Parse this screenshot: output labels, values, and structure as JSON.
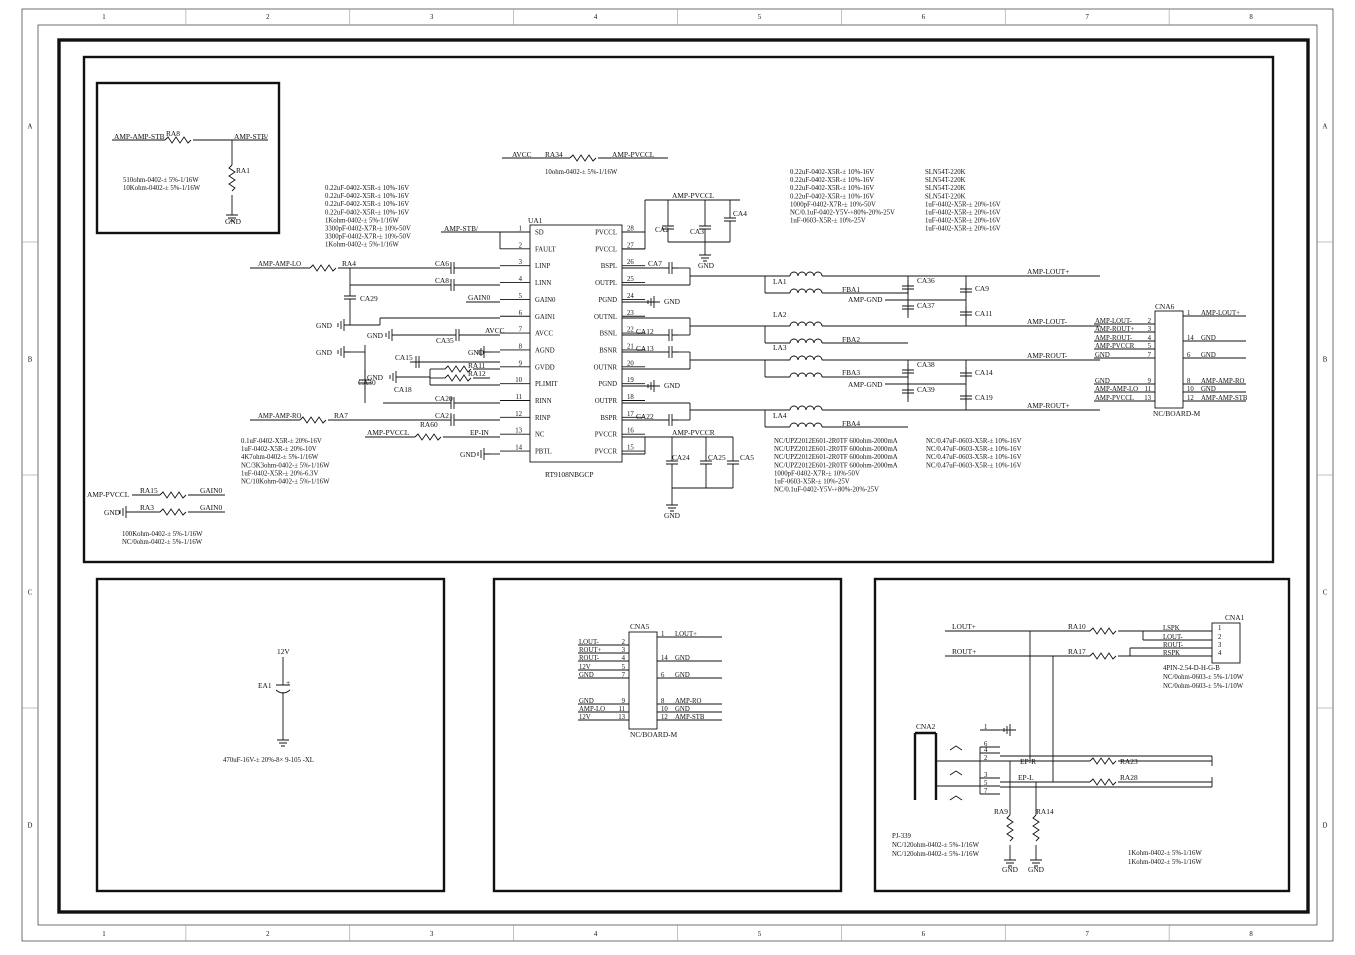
{
  "grid": {
    "cols": [
      "1",
      "2",
      "3",
      "4",
      "5",
      "6",
      "7",
      "8"
    ],
    "rows": [
      "A",
      "B",
      "C",
      "D"
    ]
  },
  "standby": {
    "net_in": "AMP-AMP-STB",
    "ref": "RA8",
    "net_out": "AMP-STB/",
    "ref2": "RA1",
    "gnd": "GND",
    "note1": "510ohm-0402-± 5%-1/16W",
    "note2": "10Kohm-0402-± 5%-1/16W"
  },
  "ra34": {
    "left": "AVCC",
    "ref": "RA34",
    "right": "AMP-PVCCL",
    "note": "10ohm-0402-± 5%-1/16W"
  },
  "caps_left_notes": [
    "0.22uF-0402-X5R-± 10%-16V",
    "0.22uF-0402-X5R-± 10%-16V",
    "0.22uF-0402-X5R-± 10%-16V",
    "0.22uF-0402-X5R-± 10%-16V",
    "1Kohm-0402-± 5%-1/16W",
    "3300pF-0402-X7R-± 10%-50V",
    "3300pF-0402-X7R-± 10%-50V",
    "1Kohm-0402-± 5%-1/16W"
  ],
  "caps_top_notes": [
    "0.22uF-0402-X5R-± 10%-16V",
    "0.22uF-0402-X5R-± 10%-16V",
    "0.22uF-0402-X5R-± 10%-16V",
    "0.22uF-0402-X5R-± 10%-16V",
    "1000pF-0402-X7R-± 10%-50V",
    "NC/0.1uF-0402-Y5V-+80%-20%-25V",
    "1uF-0603-X5R-± 10%-25V"
  ],
  "caps_top_notes2": [
    "SLN54T-220K",
    "SLN54T-220K",
    "SLN54T-220K",
    "SLN54T-220K",
    "1uF-0402-X5R-± 20%-16V",
    "1uF-0402-X5R-± 20%-16V",
    "1uF-0402-X5R-± 20%-16V",
    "1uF-0402-X5R-± 20%-16V"
  ],
  "bottom_left_notes": [
    "0.1uF-0402-X5R-± 20%-16V",
    "1uF-0402-X5R-± 20%-10V",
    "4K7ohm-0402-± 5%-1/16W",
    "NC/3K3ohm-0402-± 5%-1/16W",
    "1uF-0402-X5R-± 20%-6.3V",
    "NC/10Kohm-0402-± 5%-1/16W"
  ],
  "bottom_mid_notes": [
    "NC/UPZ2012E601-2R0TF   600ohm-2000mA",
    "NC/UPZ2012E601-2R0TF   600ohm-2000mA",
    "NC/UPZ2012E601-2R0TF   600ohm-2000mA",
    "NC/UPZ2012E601-2R0TF   600ohm-2000mA",
    "1000pF-0402-X7R-± 10%-50V",
    "1uF-0603-X5R-± 10%-25V",
    "NC/0.1uF-0402-Y5V-+80%-20%-25V"
  ],
  "bottom_right_notes": [
    "NC/0.47uF-0603-X5R-± 10%-16V",
    "NC/0.47uF-0603-X5R-± 10%-16V",
    "NC/0.47uF-0603-X5R-± 10%-16V",
    "NC/0.47uF-0603-X5R-± 10%-16V"
  ],
  "gain": {
    "r1": "RA15",
    "r1_left": "AMP-PVCCL",
    "r1_right": "GAIN0",
    "r2": "RA3",
    "r2_left": "GND",
    "r2_right": "GAIN0",
    "note1": "100Kohm-0402-± 5%-1/16W",
    "note2": "NC/0ohm-0402-± 5%-1/16W"
  },
  "ic": {
    "ref": "UA1",
    "part": "RT9108NBGCP",
    "left_pins": [
      {
        "num": "1",
        "name": "SD"
      },
      {
        "num": "2",
        "name": "FAULT"
      },
      {
        "num": "3",
        "name": "LINP"
      },
      {
        "num": "4",
        "name": "LINN"
      },
      {
        "num": "5",
        "name": "GAIN0"
      },
      {
        "num": "6",
        "name": "GAIN1"
      },
      {
        "num": "7",
        "name": "AVCC"
      },
      {
        "num": "8",
        "name": "AGND"
      },
      {
        "num": "9",
        "name": "GVDD"
      },
      {
        "num": "10",
        "name": "PLIMIT"
      },
      {
        "num": "11",
        "name": "RINN"
      },
      {
        "num": "12",
        "name": "RINP"
      },
      {
        "num": "13",
        "name": "NC"
      },
      {
        "num": "14",
        "name": "PBTL"
      }
    ],
    "right_pins": [
      {
        "num": "28",
        "name": "PVCCL"
      },
      {
        "num": "27",
        "name": "PVCCL"
      },
      {
        "num": "26",
        "name": "BSPL"
      },
      {
        "num": "25",
        "name": "OUTPL"
      },
      {
        "num": "24",
        "name": "PGND"
      },
      {
        "num": "23",
        "name": "OUTNL"
      },
      {
        "num": "22",
        "name": "BSNL"
      },
      {
        "num": "21",
        "name": "BSNR"
      },
      {
        "num": "20",
        "name": "OUTNR"
      },
      {
        "num": "19",
        "name": "PGND"
      },
      {
        "num": "18",
        "name": "OUTPR"
      },
      {
        "num": "17",
        "name": "BSPR"
      },
      {
        "num": "16",
        "name": "PVCCR"
      },
      {
        "num": "15",
        "name": "PVCCR"
      }
    ]
  },
  "left_labels": {
    "amp_stb": "AMP-STB/",
    "amp_lo": "AMP-AMP-LO",
    "ra4": "RA4",
    "ca6": "CA6",
    "ca8": "CA8",
    "ca29": "CA29",
    "gain0": "GAIN0",
    "gnd": "GND",
    "ca35": "CA35",
    "avcc": "AVCC",
    "ca15": "CA15",
    "ra11": "RA11",
    "ra12": "RA12",
    "ca18": "CA18",
    "ca30": "CA30",
    "ca20": "CA20",
    "ca21": "CA21",
    "amp_ro": "AMP-AMP-RO",
    "ra7": "RA7",
    "amp_pvccl": "AMP-PVCCL",
    "ra60": "RA60",
    "ep_in": "EP-IN"
  },
  "right_labels": {
    "amp_pvccl": "AMP-PVCCL",
    "ca2": "CA2",
    "ca3": "CA3",
    "ca4": "CA4",
    "ca7": "CA7",
    "ca12": "CA12",
    "ca13": "CA13",
    "ca22": "CA22",
    "gnd": "GND",
    "la1": "LA1",
    "la2": "LA2",
    "la3": "LA3",
    "la4": "LA4",
    "fba1": "FBA1",
    "fba2": "FBA2",
    "fba3": "FBA3",
    "fba4": "FBA4",
    "ca36": "CA36",
    "ca37": "CA37",
    "ca9": "CA9",
    "ca11": "CA11",
    "ca38": "CA38",
    "ca39": "CA39",
    "ca14": "CA14",
    "ca19": "CA19",
    "amp_gnd": "AMP-GND",
    "lout_p": "AMP-LOUT+",
    "lout_m": "AMP-LOUT-",
    "rout_m": "AMP-ROUT-",
    "rout_p": "AMP-ROUT+",
    "amp_pvccr": "AMP-PVCCR",
    "ca24": "CA24",
    "ca25": "CA25",
    "ca5": "CA5"
  },
  "cna6": {
    "ref": "CNA6",
    "board": "NC/BOARD-M",
    "left": [
      {
        "label": "AMP-LOUT-",
        "num": "2"
      },
      {
        "label": "AMP-ROUT+",
        "num": "3"
      },
      {
        "label": "AMP-ROUT-",
        "num": "4"
      },
      {
        "label": "AMP-PVCCR",
        "num": "5"
      },
      {
        "label": "GND",
        "num": "7"
      },
      {
        "label": "GND",
        "num": "9"
      },
      {
        "label": "AMP-AMP-LO",
        "num": "11"
      },
      {
        "label": "AMP-PVCCL",
        "num": "13"
      }
    ],
    "right": [
      {
        "num": "1",
        "label": "AMP-LOUT+"
      },
      {
        "num": "14",
        "label": "GND"
      },
      {
        "num": "6",
        "label": "GND"
      },
      {
        "num": "8",
        "label": "AMP-AMP-RO"
      },
      {
        "num": "10",
        "label": "GND"
      },
      {
        "num": "12",
        "label": "AMP-AMP-STB"
      }
    ]
  },
  "ea1": {
    "ref": "EA1",
    "net": "12V",
    "note": "470uF-16V-± 20%-8× 9-105   -XL"
  },
  "cna5": {
    "ref": "CNA5",
    "board": "NC/BOARD-M",
    "left": [
      {
        "label": "LOUT-",
        "num": "2"
      },
      {
        "label": "ROUT+",
        "num": "3"
      },
      {
        "label": "ROUT-",
        "num": "4"
      },
      {
        "label": "12V",
        "num": "5"
      },
      {
        "label": "GND",
        "num": "7"
      },
      {
        "label": "GND",
        "num": "9"
      },
      {
        "label": "AMP-LO",
        "num": "11"
      },
      {
        "label": "12V",
        "num": "13"
      }
    ],
    "right": [
      {
        "num": "1",
        "label": "LOUT+"
      },
      {
        "num": "14",
        "label": "GND"
      },
      {
        "num": "6",
        "label": "GND"
      },
      {
        "num": "8",
        "label": "AMP-RO"
      },
      {
        "num": "10",
        "label": "GND"
      },
      {
        "num": "12",
        "label": "AMP-STB"
      }
    ]
  },
  "speaker": {
    "lout": "LOUT+",
    "rout": "ROUT+",
    "ra10": "RA10",
    "ra17": "RA17",
    "cna1": "CNA1",
    "pins": [
      {
        "label": "LSPK",
        "num": "1"
      },
      {
        "label": "LOUT-",
        "num": "2"
      },
      {
        "label": "ROUT-",
        "num": "3"
      },
      {
        "label": "RSPK",
        "num": "4"
      }
    ],
    "part": "4PIN-2.54-D-H-G-B",
    "note1": "NC/0ohm-0603-± 5%-1/10W",
    "note2": "NC/0ohm-0603-± 5%-1/10W"
  },
  "jack": {
    "ref": "CNA2",
    "pins": [
      "1",
      "6",
      "4",
      "2",
      "3",
      "5",
      "7"
    ],
    "ep_r": "EP-R",
    "ep_l": "EP-L",
    "ra23": "RA23",
    "ra28": "RA28",
    "ra9": "RA9",
    "ra14": "RA14",
    "gnd": "GND",
    "part": "PJ-339",
    "note1": "NC/120ohm-0402-± 5%-1/16W",
    "note2": "NC/120ohm-0402-± 5%-1/16W",
    "note3": "1Kohm-0402-± 5%-1/16W",
    "note4": "1Kohm-0402-± 5%-1/16W"
  }
}
